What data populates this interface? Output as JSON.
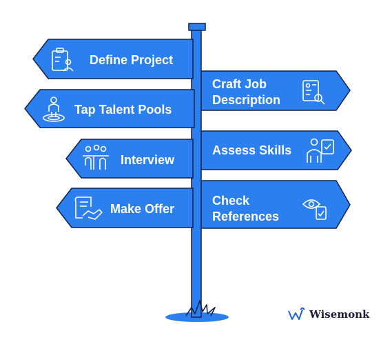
{
  "colors": {
    "sign_fill": "#2b7fef",
    "sign_stroke": "#12204a",
    "text": "#ffffff",
    "brand_text": "#1d1d3a"
  },
  "signs": [
    {
      "label": "Define Project",
      "icon": "clipboard-person-icon",
      "direction": "left"
    },
    {
      "label": "Tap Talent Pools",
      "icon": "person-on-platform-icon",
      "direction": "left"
    },
    {
      "label": "Interview",
      "icon": "interview-meeting-icon",
      "direction": "left"
    },
    {
      "label": "Make Offer",
      "icon": "offer-document-handshake-icon",
      "direction": "left"
    },
    {
      "label_lines": [
        "Craft Job",
        "Description"
      ],
      "icon": "job-description-search-icon",
      "direction": "right"
    },
    {
      "label": "Assess Skills",
      "icon": "person-checklist-icon",
      "direction": "right"
    },
    {
      "label_lines": [
        "Check",
        "References"
      ],
      "icon": "eye-clipboard-icon",
      "direction": "right"
    }
  ],
  "brand": {
    "name": "Wisemonk",
    "logo_icon": "wisemonk-logo-icon"
  }
}
